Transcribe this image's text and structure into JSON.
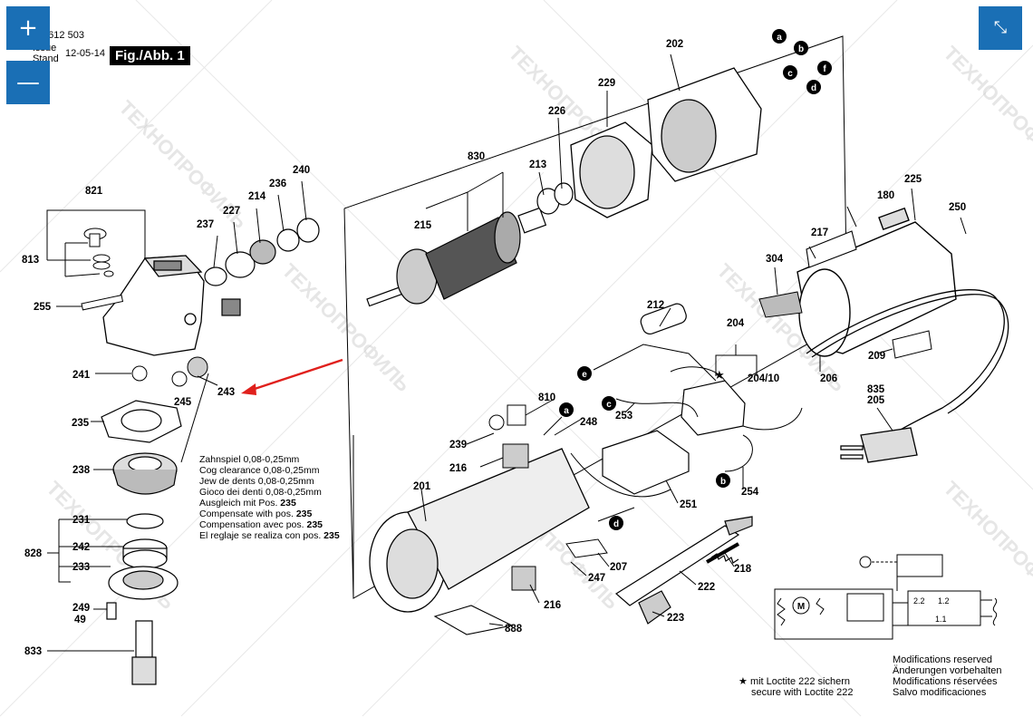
{
  "header": {
    "doc_number": "1 612 503",
    "issue_label": "Issue",
    "stand_label": "Stand",
    "date": "12-05-14",
    "figure_label": "Fig./Abb. 1"
  },
  "controls": {
    "zoom_in": "+",
    "zoom_out": "—",
    "fullscreen": "⤡"
  },
  "part_labels": [
    "202",
    "229",
    "226",
    "830",
    "213",
    "215",
    "240",
    "236",
    "214",
    "227",
    "237",
    "821",
    "813",
    "255",
    "304",
    "217",
    "180",
    "225",
    "250",
    "212",
    "204",
    "204/10",
    "206",
    "209",
    "835",
    "205",
    "810",
    "248",
    "253",
    "239",
    "216",
    "201",
    "251",
    "254",
    "207",
    "247",
    "218",
    "222",
    "223",
    "216",
    "888",
    "241",
    "245",
    "243",
    "235",
    "238",
    "231",
    "828",
    "242",
    "233",
    "249",
    "49",
    "833"
  ],
  "wire_markers": [
    "a",
    "b",
    "c",
    "f",
    "d",
    "e",
    "c",
    "a",
    "b",
    "d"
  ],
  "notes": {
    "line1": "Zahnspiel 0,08-0,25mm",
    "line2": "Cog clearance 0,08-0,25mm",
    "line3": "Jew de dents 0,08-0,25mm",
    "line4": "Gioco dei denti 0,08-0,25mm",
    "line5a": "Ausgleich mit Pos. ",
    "line5b": "235",
    "line6a": "Compensate with pos. ",
    "line6b": "235",
    "line7a": "Compensation avec pos. ",
    "line7b": "235",
    "line8a": "El reglaje se realiza con pos. ",
    "line8b": "235"
  },
  "modifications": {
    "line1": "Modifications reserved",
    "line2": "Änderungen vorbehalten",
    "line3": "Modifications réservées",
    "line4": "Salvo modificaciones"
  },
  "loctite": {
    "star": "★",
    "line1": "mit Loctite 222 sichern",
    "line2": "secure with Loctite 222"
  },
  "schematic": {
    "motor_symbol": "M",
    "pos_a": "2.2",
    "pos_b": "1.2",
    "pos_c": "1.1"
  },
  "watermark": "ТЕХНОПРОФИЛЬ",
  "colors": {
    "button_blue": "#1a6fb5",
    "arrow_red": "#e0201c",
    "line": "#000000"
  }
}
